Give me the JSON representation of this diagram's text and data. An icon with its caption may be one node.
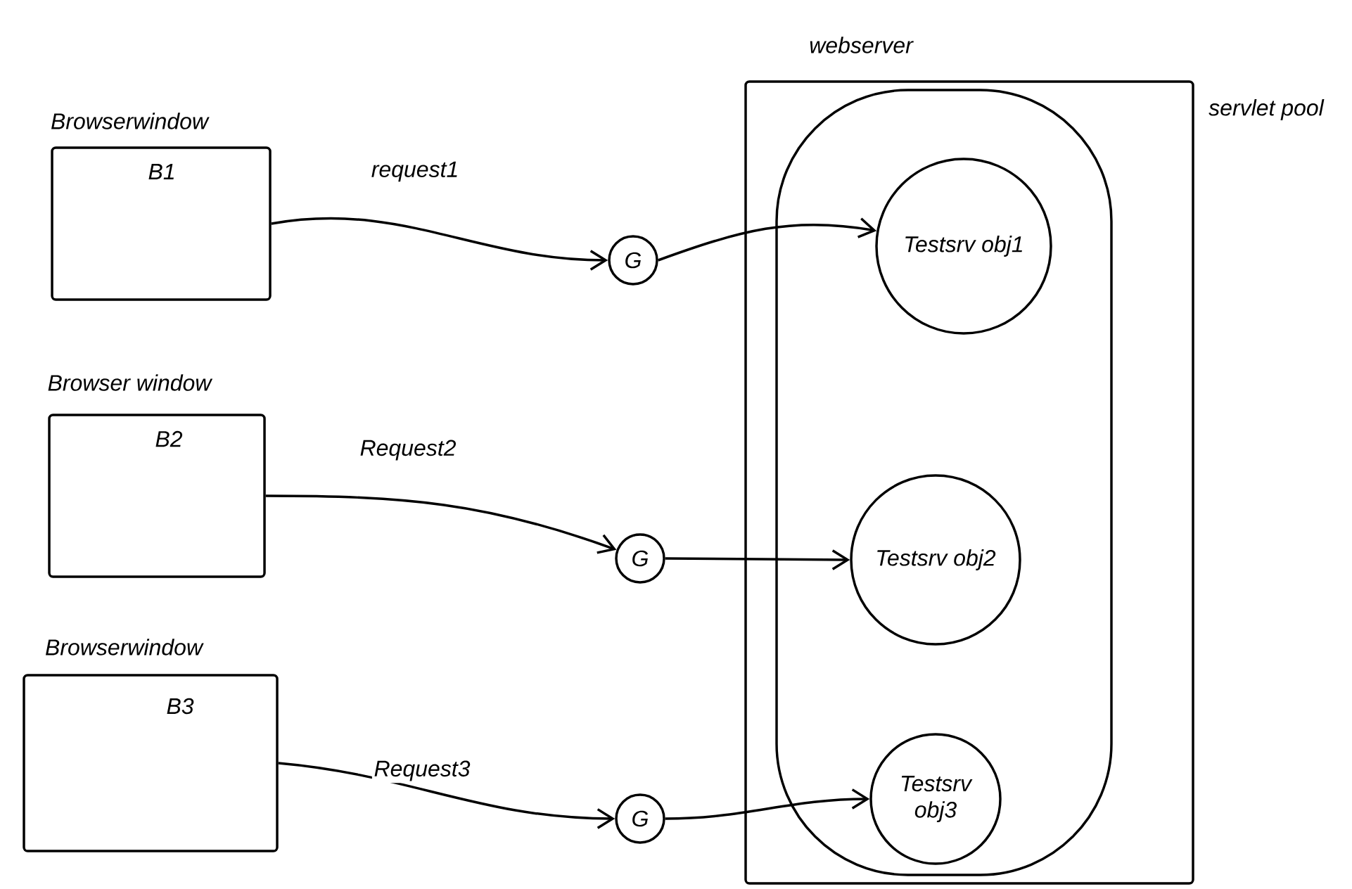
{
  "diagram": {
    "nodes": [
      {
        "text": [
          "webserver"
        ]
      },
      {
        "text": [
          "servlet pool"
        ],
        "in": 0
      },
      {
        "text": [
          "Browserwindow",
          "B1"
        ]
      },
      {
        "text": [
          "Browser window",
          "B2"
        ]
      },
      {
        "text": [
          "Browserwindow",
          "B3"
        ]
      },
      {
        "text": [
          "G"
        ]
      },
      {
        "text": [
          "G"
        ]
      },
      {
        "text": [
          "G"
        ]
      },
      {
        "text": [
          "Testsrv obj1"
        ],
        "in": 1
      },
      {
        "text": [
          "Testsrv obj2"
        ],
        "in": 1
      },
      {
        "text": [
          "Testsrv obj3"
        ],
        "in": 1
      }
    ],
    "edges": [
      {
        "from": 2,
        "to": 5,
        "arrow": "to",
        "label": "request1"
      },
      {
        "from": 3,
        "to": 6,
        "arrow": "to",
        "label": "Request2"
      },
      {
        "from": 4,
        "to": 7,
        "arrow": "to",
        "label": "Request3"
      },
      {
        "from": 5,
        "to": 8,
        "arrow": "to"
      },
      {
        "from": 6,
        "to": 9,
        "arrow": "to"
      },
      {
        "from": 7,
        "to": 10,
        "arrow": "to"
      }
    ]
  }
}
